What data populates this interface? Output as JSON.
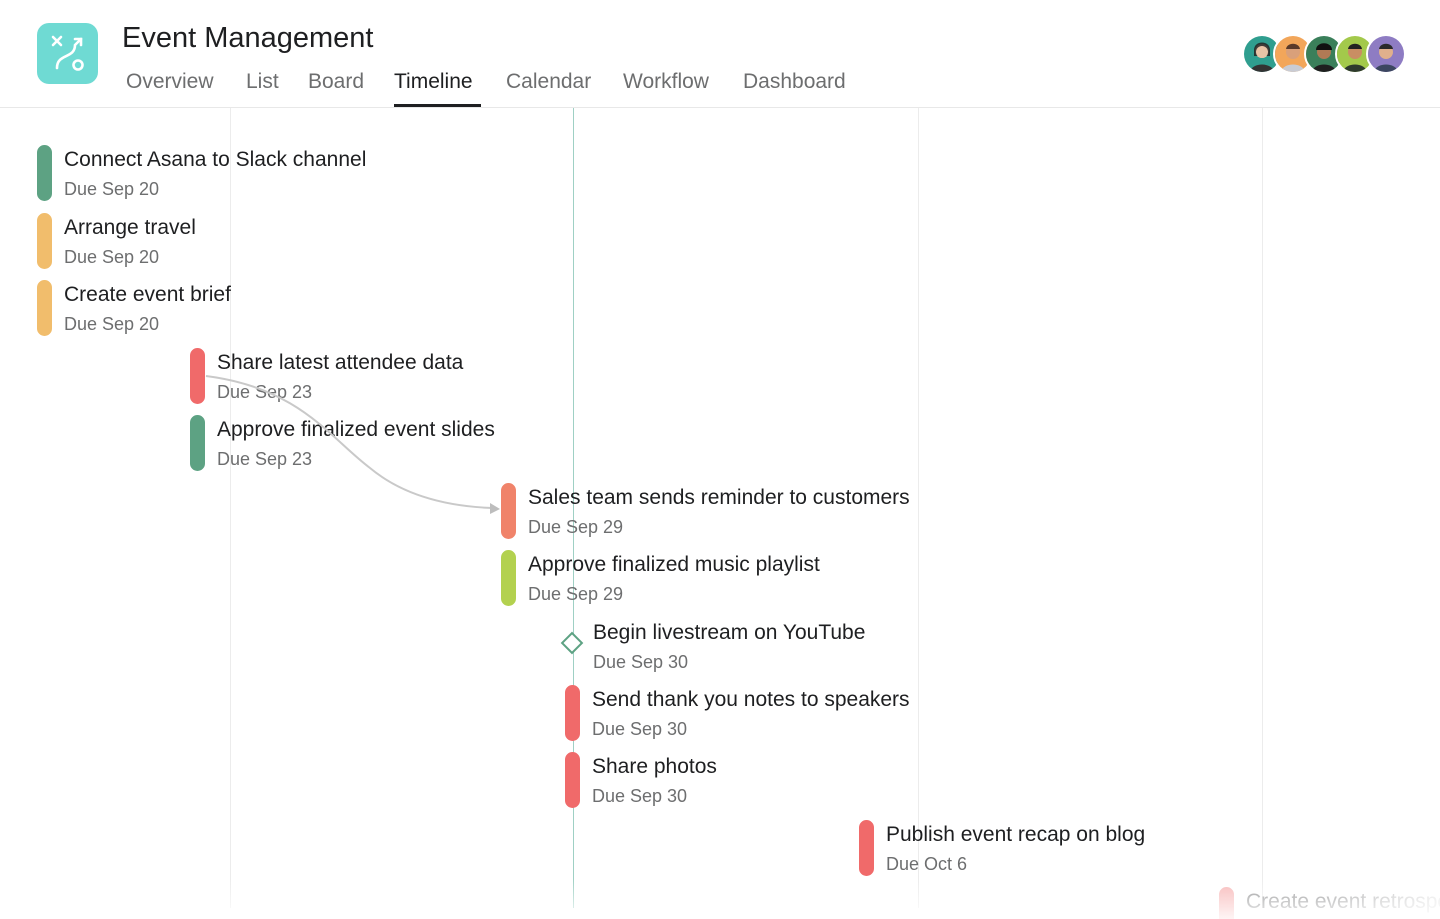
{
  "project": {
    "title": "Event Management",
    "icon": "route-icon",
    "icon_color": "#6fdad3"
  },
  "tabs": [
    {
      "label": "Overview",
      "active": false
    },
    {
      "label": "List",
      "active": false
    },
    {
      "label": "Board",
      "active": false
    },
    {
      "label": "Timeline",
      "active": true
    },
    {
      "label": "Calendar",
      "active": false
    },
    {
      "label": "Workflow",
      "active": false
    },
    {
      "label": "Dashboard",
      "active": false
    }
  ],
  "members": [
    {
      "name": "member-1",
      "color": "#2f9e8f"
    },
    {
      "name": "member-2",
      "color": "#f2a65a"
    },
    {
      "name": "member-3",
      "color": "#3a7f5a"
    },
    {
      "name": "member-4",
      "color": "#a3c94b"
    },
    {
      "name": "member-5",
      "color": "#8e7cc3"
    }
  ],
  "colors": {
    "green": "#5da283",
    "orange": "#f1bd6c",
    "red": "#f06a6a",
    "coral": "#f0836a",
    "lime": "#b3d14f",
    "milestone": "#5da283"
  },
  "tasks": [
    {
      "name": "Connect Asana to Slack channel",
      "due": "Due Sep 20",
      "color": "#5da283",
      "type": "task"
    },
    {
      "name": "Arrange travel",
      "due": "Due Sep 20",
      "color": "#f1bd6c",
      "type": "task"
    },
    {
      "name": "Create event brief",
      "due": "Due Sep 20",
      "color": "#f1bd6c",
      "type": "task"
    },
    {
      "name": "Share latest attendee data",
      "due": "Due Sep 23",
      "color": "#f06a6a",
      "type": "task"
    },
    {
      "name": "Approve finalized event slides",
      "due": "Due Sep 23",
      "color": "#5da283",
      "type": "task"
    },
    {
      "name": "Sales team sends reminder to customers",
      "due": "Due Sep 29",
      "color": "#f0836a",
      "type": "task"
    },
    {
      "name": "Approve finalized music playlist",
      "due": "Due Sep 29",
      "color": "#b3d14f",
      "type": "task"
    },
    {
      "name": "Begin livestream on YouTube",
      "due": "Due Sep 30",
      "color": "#5da283",
      "type": "milestone"
    },
    {
      "name": "Send thank you notes to speakers",
      "due": "Due Sep 30",
      "color": "#f06a6a",
      "type": "task"
    },
    {
      "name": "Share photos",
      "due": "Due Sep 30",
      "color": "#f06a6a",
      "type": "task"
    },
    {
      "name": "Publish event recap on blog",
      "due": "Due Oct 6",
      "color": "#f06a6a",
      "type": "task"
    },
    {
      "name": "Create event retrospective",
      "due": "",
      "color": "#f06a6a",
      "type": "task"
    }
  ]
}
